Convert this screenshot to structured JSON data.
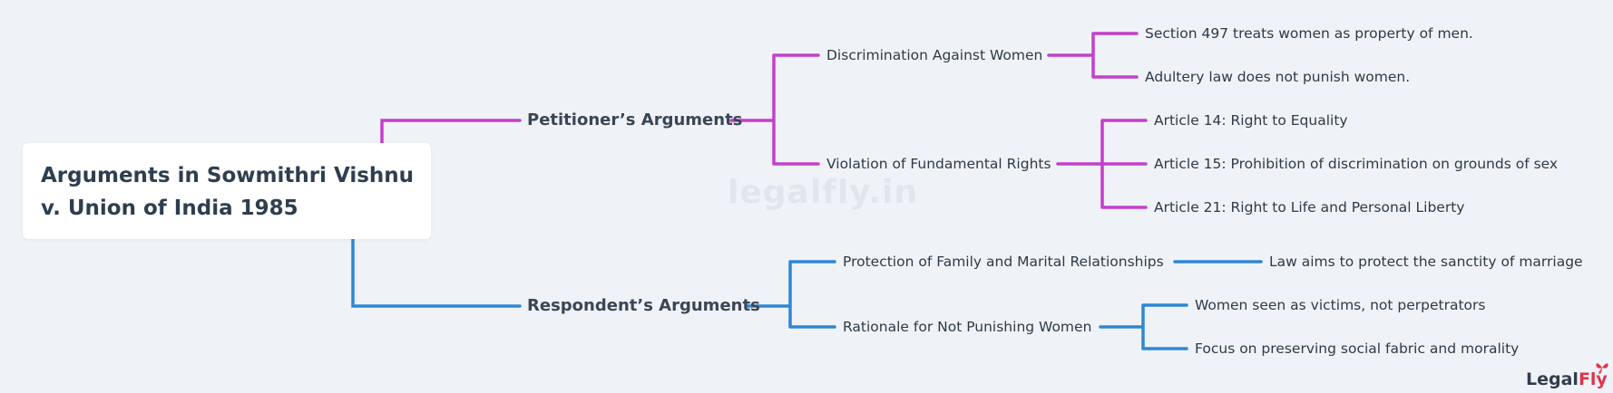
{
  "root": {
    "title": "Arguments in Sowmithri Vishnu v. Union of India 1985"
  },
  "watermark": "legalfly.in",
  "colors": {
    "petitioner": "#c43fcc",
    "respondent": "#2f87d3"
  },
  "branches": [
    {
      "label": "Petitioner’s Arguments",
      "children": [
        {
          "label": "Discrimination Against Women",
          "children": [
            "Section 497 treats women as property of men.",
            "Adultery law does not punish women."
          ]
        },
        {
          "label": "Violation of Fundamental Rights",
          "children": [
            "Article 14: Right to Equality",
            "Article 15: Prohibition of discrimination on grounds of sex",
            "Article 21: Right to Life and Personal Liberty"
          ]
        }
      ]
    },
    {
      "label": "Respondent’s Arguments",
      "children": [
        {
          "label": "Protection of Family and Marital Relationships",
          "children": [
            "Law aims to protect the sanctity of marriage"
          ]
        },
        {
          "label": "Rationale for Not Punishing Women",
          "children": [
            "Women seen as victims, not perpetrators",
            "Focus on preserving social fabric and morality"
          ]
        }
      ]
    }
  ],
  "logo": {
    "part1": "Legal",
    "part2": "Fly"
  }
}
